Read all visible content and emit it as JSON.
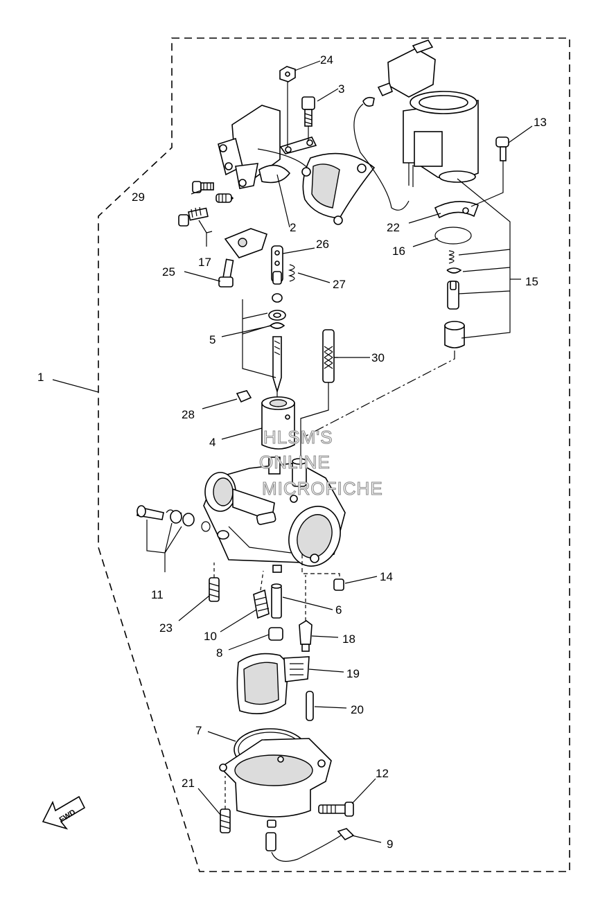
{
  "diagram": {
    "callouts": {
      "c1": "1",
      "c2": "2",
      "c3": "3",
      "c5": "5",
      "c4": "4",
      "c6": "6",
      "c7": "7",
      "c8": "8",
      "c9": "9",
      "c10": "10",
      "c11": "11",
      "c12": "12",
      "c13": "13",
      "c14": "14",
      "c15": "15",
      "c16": "16",
      "c17": "17",
      "c18": "18",
      "c19": "19",
      "c20": "20",
      "c21": "21",
      "c22": "22",
      "c23": "23",
      "c24": "24",
      "c25": "25",
      "c26": "26",
      "c27": "27",
      "c28": "28",
      "c29": "29",
      "c30": "30"
    },
    "watermark": {
      "line1": "HLSM'S",
      "line2": "ONLINE",
      "line3": "MICROFICHE"
    },
    "direction_arrow": {
      "label": "FWD",
      "icon": "arrow-left-icon"
    }
  }
}
